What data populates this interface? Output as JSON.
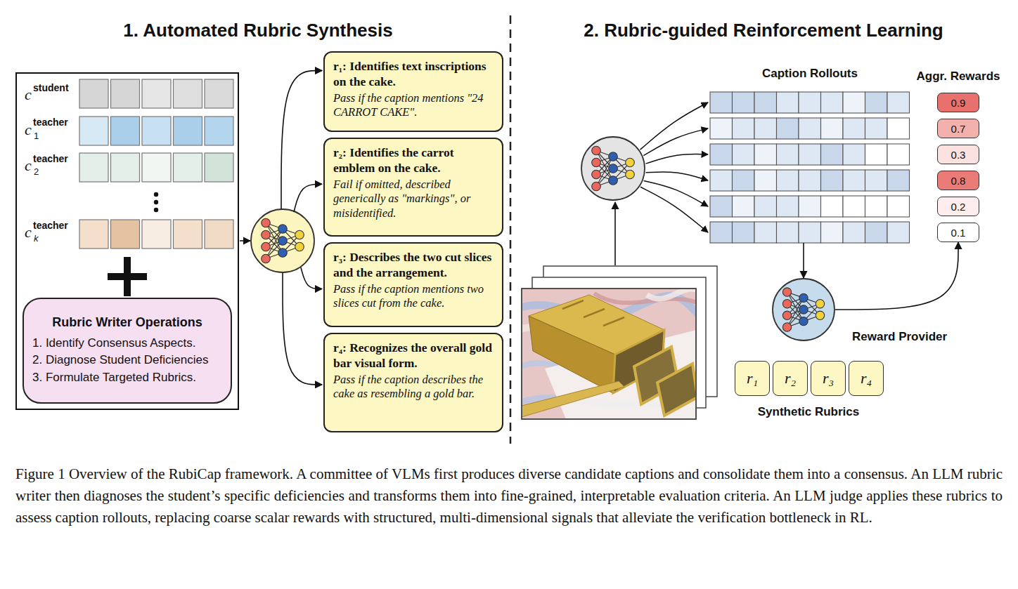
{
  "diagram": {
    "caption": "Figure 1 Overview of the RubiCap framework. A committee of VLMs first produces diverse candidate captions and consolidate them into a consensus. An LLM rubric writer then diagnoses the student’s specific deficiencies and transforms them into fine-grained, interpretable evaluation criteria. An LLM judge applies these rubrics to assess caption rollouts, replacing coarse scalar rewards with structured, multi-dimensional signals that alleviate the verification bottleneck in RL.",
    "nodes": [
      {
        "text": [
          "c",
          "student",
          "c",
          "teacher",
          "1",
          "c",
          "teacher",
          "2",
          "c",
          "teacher",
          "k"
        ]
      },
      {
        "text": [
          "Rubric Writer Operations",
          "1. Identify Consensus Aspects.",
          "2. Diagnose Student Deficiencies",
          "3. Formulate Targeted Rubrics."
        ],
        "in": 0
      },
      {
        "text": [
          "r₁: Identifies text inscriptions on the cake.",
          "Pass if the caption mentions \"24 CARROT CAKE\"."
        ]
      },
      {
        "text": [
          "r₂: Identifies the carrot emblem on the cake.",
          "Fail if omitted, described generically as \"markings\", or misidentified."
        ]
      },
      {
        "text": [
          "r₃: Describes the two cut slices and the arrangement.",
          "Pass if the caption mentions two slices cut from the cake."
        ]
      },
      {
        "text": [
          "r₄: Recognizes the overall gold bar visual form.",
          "Pass if the caption describes the cake as resembling a gold bar."
        ]
      },
      {
        "text": [
          "Caption Rollouts"
        ]
      },
      {
        "text": [
          "0.9"
        ]
      },
      {
        "text": [
          "0.7"
        ]
      },
      {
        "text": [
          "0.3"
        ]
      },
      {
        "text": [
          "0.8"
        ]
      },
      {
        "text": [
          "0.2"
        ]
      },
      {
        "text": [
          "0.1"
        ]
      },
      {
        "text": [
          "Reward Provider"
        ]
      },
      {
        "text": [
          "r₁"
        ]
      },
      {
        "text": [
          "r₂"
        ]
      },
      {
        "text": [
          "r₃"
        ]
      },
      {
        "text": [
          "r₄"
        ]
      }
    ],
    "edges": [
      {
        "from": 6,
        "to": 13,
        "arrow": "to"
      },
      {
        "from": 13,
        "to": 12,
        "arrow": "to"
      }
    ],
    "labels": [
      "1. Automated Rubric Synthesis",
      "2. Rubric-guided Reinforcement Learning",
      "Aggr. Rewards",
      "Synthetic Rubrics"
    ]
  }
}
